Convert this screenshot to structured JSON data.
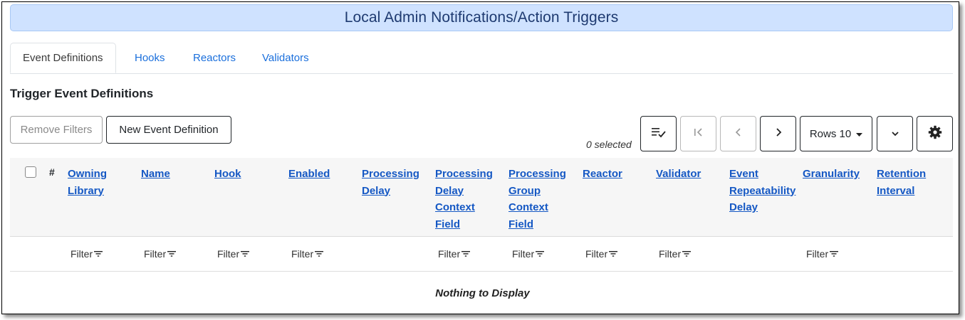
{
  "banner": {
    "title": "Local Admin Notifications/Action Triggers"
  },
  "tabs": [
    {
      "label": "Event Definitions",
      "active": true
    },
    {
      "label": "Hooks",
      "active": false
    },
    {
      "label": "Reactors",
      "active": false
    },
    {
      "label": "Validators",
      "active": false
    }
  ],
  "section": {
    "title": "Trigger Event Definitions"
  },
  "toolbar": {
    "remove_filters_label": "Remove Filters",
    "new_event_definition_label": "New Event Definition",
    "selected_count": "0 selected",
    "rows_label": "Rows 10",
    "icons": {
      "select_actions": "list-check-icon",
      "first_page": "first-page-icon",
      "prev_page": "chevron-left-icon",
      "next_page": "chevron-right-icon",
      "rows_caret": "caret-down-icon",
      "expand": "chevron-down-icon",
      "settings": "gear-icon"
    }
  },
  "table": {
    "hash_label": "#",
    "columns": [
      {
        "label": "Owning Library",
        "lines": [
          "Owning",
          "Library"
        ],
        "filter": "Filter"
      },
      {
        "label": "Name",
        "lines": [
          "Name"
        ],
        "filter": "Filter"
      },
      {
        "label": "Hook",
        "lines": [
          "Hook"
        ],
        "filter": "Filter"
      },
      {
        "label": "Enabled",
        "lines": [
          "Enabled"
        ],
        "filter": "Filter"
      },
      {
        "label": "Processing Delay",
        "lines": [
          "Processing",
          "Delay"
        ],
        "filter": ""
      },
      {
        "label": "Processing Delay Context Field",
        "lines": [
          "Processing",
          "Delay",
          "Context",
          "Field"
        ],
        "filter": "Filter"
      },
      {
        "label": "Processing Group Context Field",
        "lines": [
          "Processing",
          "Group",
          "Context",
          "Field"
        ],
        "filter": "Filter"
      },
      {
        "label": "Reactor",
        "lines": [
          "Reactor"
        ],
        "filter": "Filter"
      },
      {
        "label": "Validator",
        "lines": [
          "Validator"
        ],
        "filter": "Filter"
      },
      {
        "label": "Event Repeatability Delay",
        "lines": [
          "Event",
          "Repeatability",
          "Delay"
        ],
        "filter": ""
      },
      {
        "label": "Granularity",
        "lines": [
          "Granularity"
        ],
        "filter": "Filter"
      },
      {
        "label": "Retention Interval",
        "lines": [
          "Retention",
          "Interval"
        ],
        "filter": ""
      }
    ],
    "empty_message": "Nothing to Display"
  }
}
